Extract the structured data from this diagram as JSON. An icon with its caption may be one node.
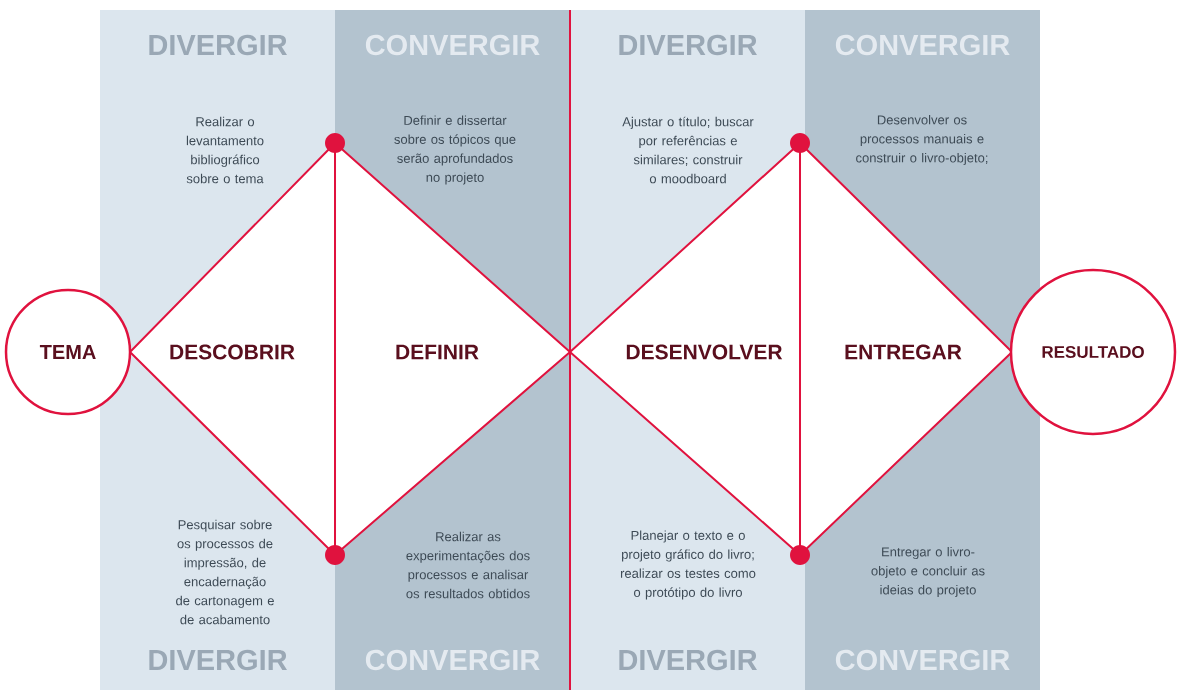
{
  "diagram": {
    "nodes": [
      {
        "text": [
          "TEMA"
        ]
      },
      {
        "text": [
          "DIVERGIR",
          "Realizar o levantamento bibliográfico sobre o tema",
          "Pesquisar sobre os processos de impressão, de encadernação de cartonagem e de acabamento",
          "DIVERGIR"
        ]
      },
      {
        "text": [
          "DESCOBRIR"
        ],
        "in": 1
      },
      {
        "text": [
          "CONVERGIR",
          "Definir e dissertar sobre os tópicos que serão aprofundados no projeto",
          "Realizar as experimentações dos processos e analisar os resultados obtidos",
          "CONVERGIR"
        ]
      },
      {
        "text": [
          "DEFINIR"
        ],
        "in": 3
      },
      {
        "text": [
          "DIVERGIR",
          "Ajustar o título; buscar por referências e similares; construir o moodboard",
          "Planejar o texto e o projeto gráfico do livro; realizar os testes como o protótipo do livro",
          "DIVERGIR"
        ]
      },
      {
        "text": [
          "DESENVOLVER"
        ],
        "in": 5
      },
      {
        "text": [
          "CONVERGIR",
          "Desenvolver os processos manuais e construir o livro-objeto;",
          "Entregar o livro-objeto e concluir as ideias do projeto",
          "CONVERGIR"
        ]
      },
      {
        "text": [
          "ENTREGAR"
        ],
        "in": 7
      },
      {
        "text": [
          "RESULTADO"
        ]
      }
    ]
  }
}
